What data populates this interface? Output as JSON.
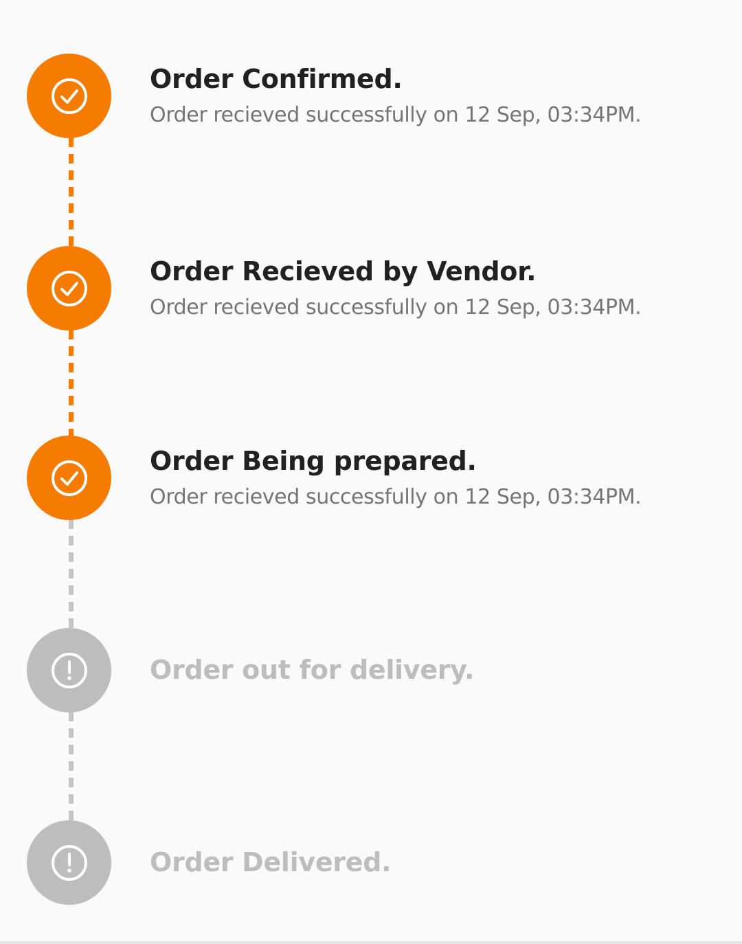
{
  "colors": {
    "done": "#f57c00",
    "pending": "#bdbdbd",
    "title_done": "#212121",
    "title_pending": "#bdbdbd",
    "description": "#757575",
    "background": "#fafafa"
  },
  "steps": [
    {
      "status": "completed",
      "icon": "check-circle-icon",
      "title": "Order Confirmed.",
      "description": "Order recieved successfully on 12 Sep, 03:34PM."
    },
    {
      "status": "completed",
      "icon": "check-circle-icon",
      "title": "Order Recieved by Vendor.",
      "description": "Order recieved successfully on 12 Sep, 03:34PM."
    },
    {
      "status": "completed",
      "icon": "check-circle-icon",
      "title": "Order Being prepared.",
      "description": "Order recieved successfully on 12 Sep, 03:34PM."
    },
    {
      "status": "pending",
      "icon": "alert-circle-icon",
      "title": "Order out for delivery."
    },
    {
      "status": "pending",
      "icon": "alert-circle-icon",
      "title": "Order Delivered."
    }
  ]
}
